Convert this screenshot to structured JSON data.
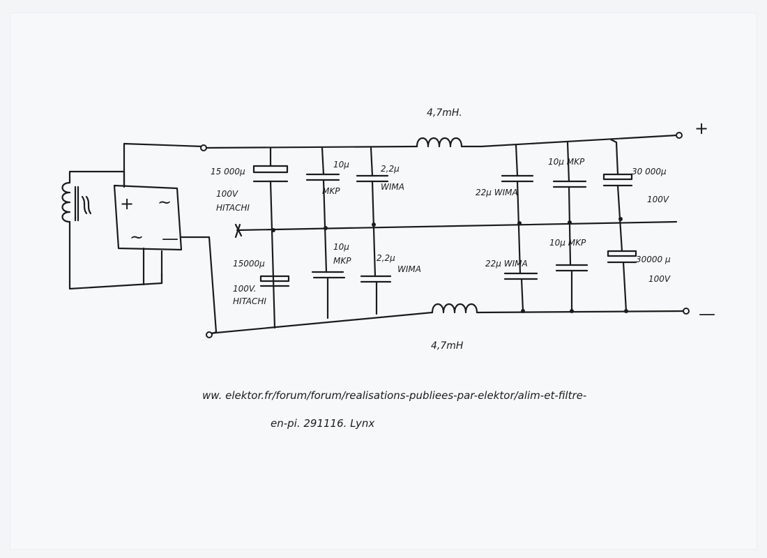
{
  "inductor_top": "4,7mH.",
  "inductor_bottom": "4,7mH",
  "terminal_plus": "+",
  "terminal_minus": "—",
  "cap_c1": {
    "value": "15 000µ",
    "spec1": "100V",
    "spec2": "HITACHI"
  },
  "cap_c2": {
    "value": "15000µ",
    "spec1": "100V.",
    "spec2": "HITACHI"
  },
  "cap_c3": {
    "value": "10µ",
    "spec": "MKP"
  },
  "cap_c4": {
    "value": "10µ",
    "spec": "MKP"
  },
  "cap_c5": {
    "value": "2,2µ",
    "spec": "WIMA"
  },
  "cap_c6": {
    "value": "2,2µ",
    "spec": "WIMA"
  },
  "cap_c7": {
    "label": "22µ WIMA"
  },
  "cap_c8": {
    "label": "22µ WIMA"
  },
  "cap_c9": {
    "label": "10µ MKP"
  },
  "cap_c10": {
    "label": "10µ MKP"
  },
  "cap_c11": {
    "value": "30 000µ",
    "spec": "100V"
  },
  "cap_c12": {
    "value": "30000 µ",
    "spec": "100V"
  },
  "bridge": {
    "plus": "+",
    "ac1": "~",
    "ac2": "~",
    "minus": "—"
  },
  "url_line1": "ww. elektor.fr/forum/forum/realisations-publiees-par-elektor/alim-et-filtre-",
  "url_line2": "en-pi. 291116. Lynx"
}
